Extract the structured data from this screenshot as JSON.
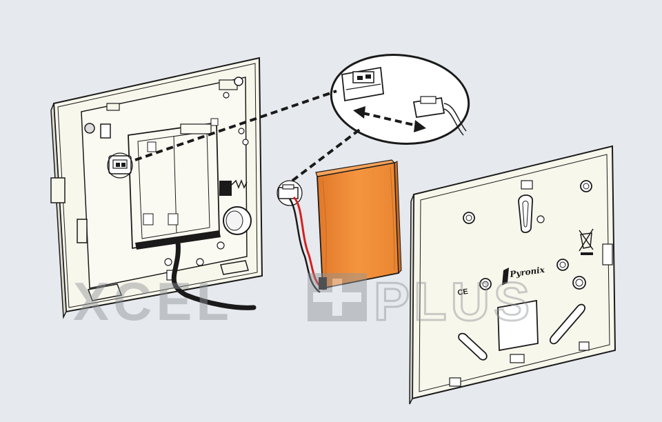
{
  "figure": {
    "brand_logo": "Pyronix",
    "compliance_mark": "CE",
    "watermark": {
      "left": "XCEL",
      "right": "PLUS"
    }
  },
  "colors": {
    "background": "#e6e9ed",
    "panel": "#f8f7ec",
    "outline": "#1a1a1a",
    "battery": "#f08a35",
    "wire_red": "#d42020"
  }
}
